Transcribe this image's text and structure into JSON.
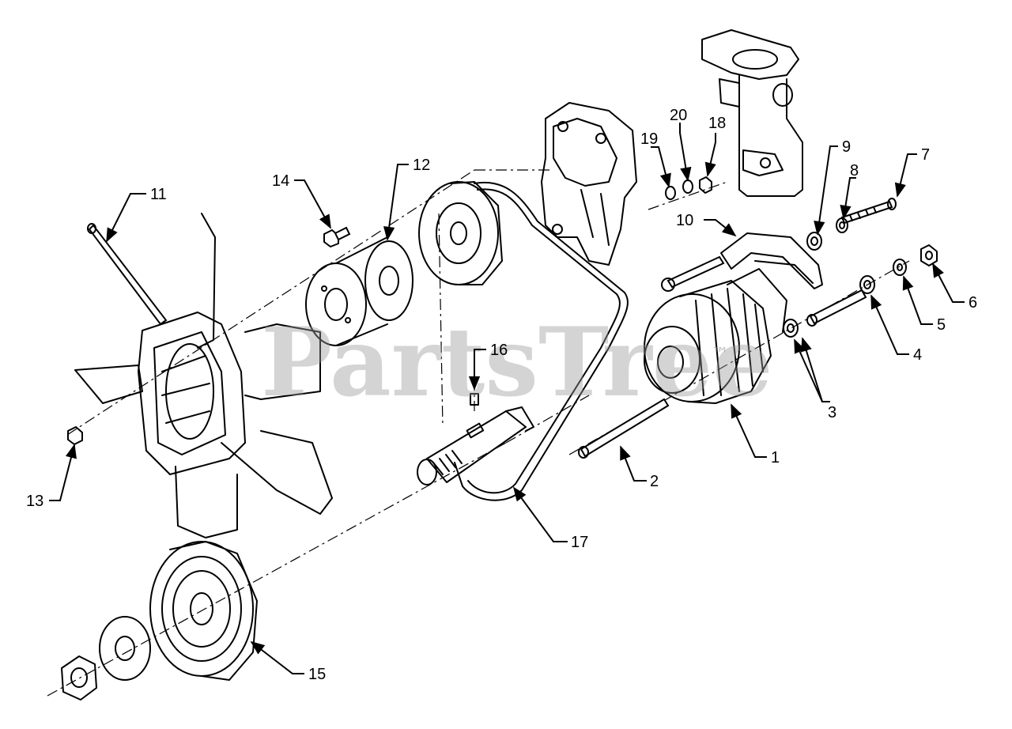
{
  "watermark": {
    "text": "PartsTree",
    "trademark": "™"
  },
  "callouts": [
    {
      "id": "c1",
      "text": "1"
    },
    {
      "id": "c2",
      "text": "2"
    },
    {
      "id": "c3",
      "text": "3"
    },
    {
      "id": "c4",
      "text": "4"
    },
    {
      "id": "c5",
      "text": "5"
    },
    {
      "id": "c6",
      "text": "6"
    },
    {
      "id": "c7",
      "text": "7"
    },
    {
      "id": "c8",
      "text": "8"
    },
    {
      "id": "c9",
      "text": "9"
    },
    {
      "id": "c10",
      "text": "10"
    },
    {
      "id": "c11",
      "text": "11"
    },
    {
      "id": "c12",
      "text": "12"
    },
    {
      "id": "c13",
      "text": "13"
    },
    {
      "id": "c14",
      "text": "14"
    },
    {
      "id": "c15",
      "text": "15"
    },
    {
      "id": "c16",
      "text": "16"
    },
    {
      "id": "c17",
      "text": "17"
    },
    {
      "id": "c18",
      "text": "18"
    },
    {
      "id": "c19",
      "text": "19"
    },
    {
      "id": "c20",
      "text": "20"
    }
  ]
}
